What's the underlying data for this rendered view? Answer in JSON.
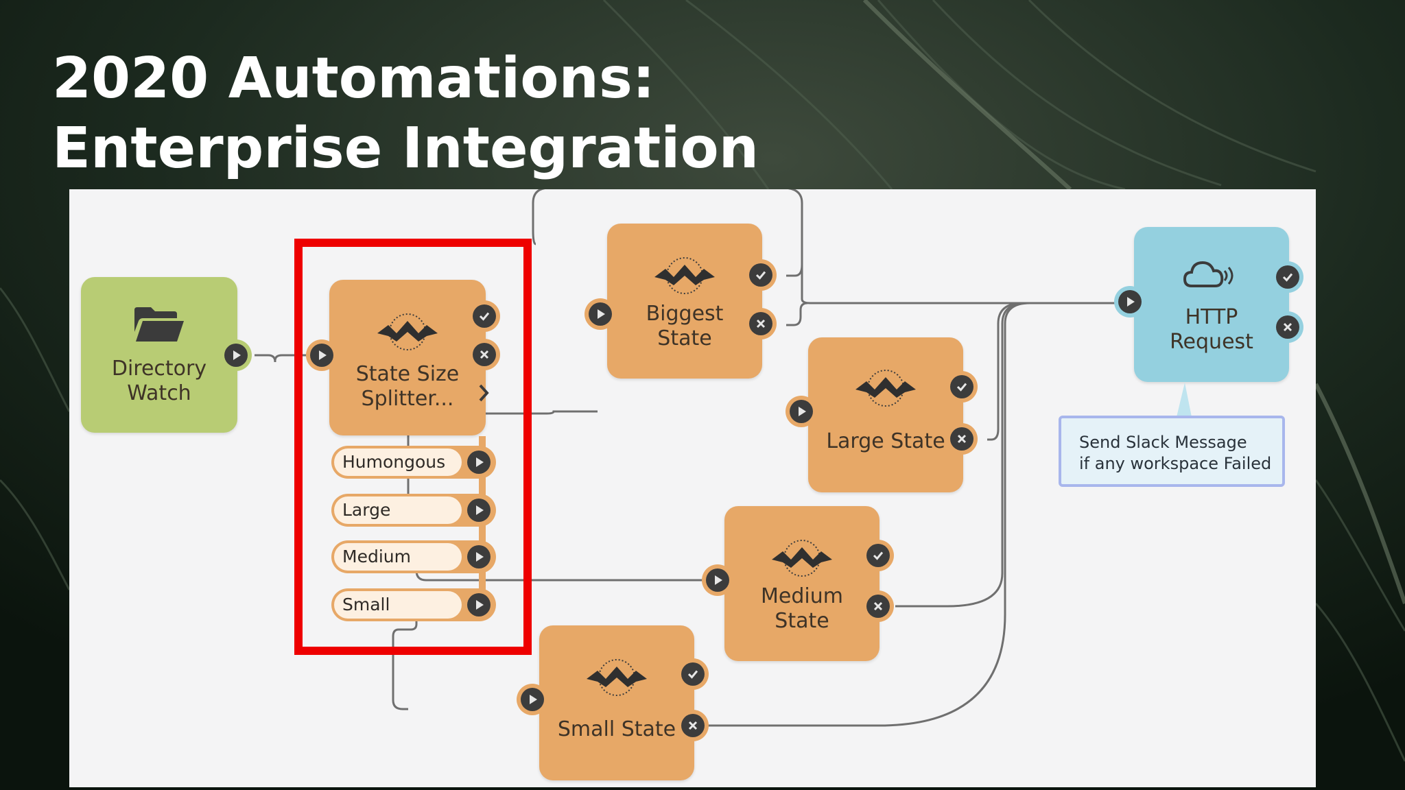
{
  "slide": {
    "title_line1": "2020 Automations:",
    "title_line2": "Enterprise Integration"
  },
  "nodes": {
    "directory_watch": {
      "label": "Directory\nWatch",
      "icon": "folder-icon"
    },
    "splitter": {
      "label": "State  Size\nSplitter...",
      "icon": "fme-icon"
    },
    "biggest_state": {
      "label": "Biggest\nState",
      "icon": "fme-icon"
    },
    "large_state": {
      "label": "Large  State",
      "icon": "fme-icon"
    },
    "medium_state": {
      "label": "Medium\nState",
      "icon": "fme-icon"
    },
    "small_state": {
      "label": "Small  State",
      "icon": "fme-icon"
    },
    "http_request": {
      "label": "HTTP\nRequest",
      "icon": "cloud-icon"
    }
  },
  "branches": [
    "Humongous",
    "Large",
    "Medium",
    "Small"
  ],
  "note": {
    "text": "Send Slack Message\nif any workspace Failed"
  },
  "colors": {
    "fme_node": "#e7a867",
    "trigger_node": "#b8cc74",
    "action_node": "#94d0df",
    "highlight": "#ee0000",
    "port": "#3c3c3c",
    "wire": "#6f6f6f"
  }
}
